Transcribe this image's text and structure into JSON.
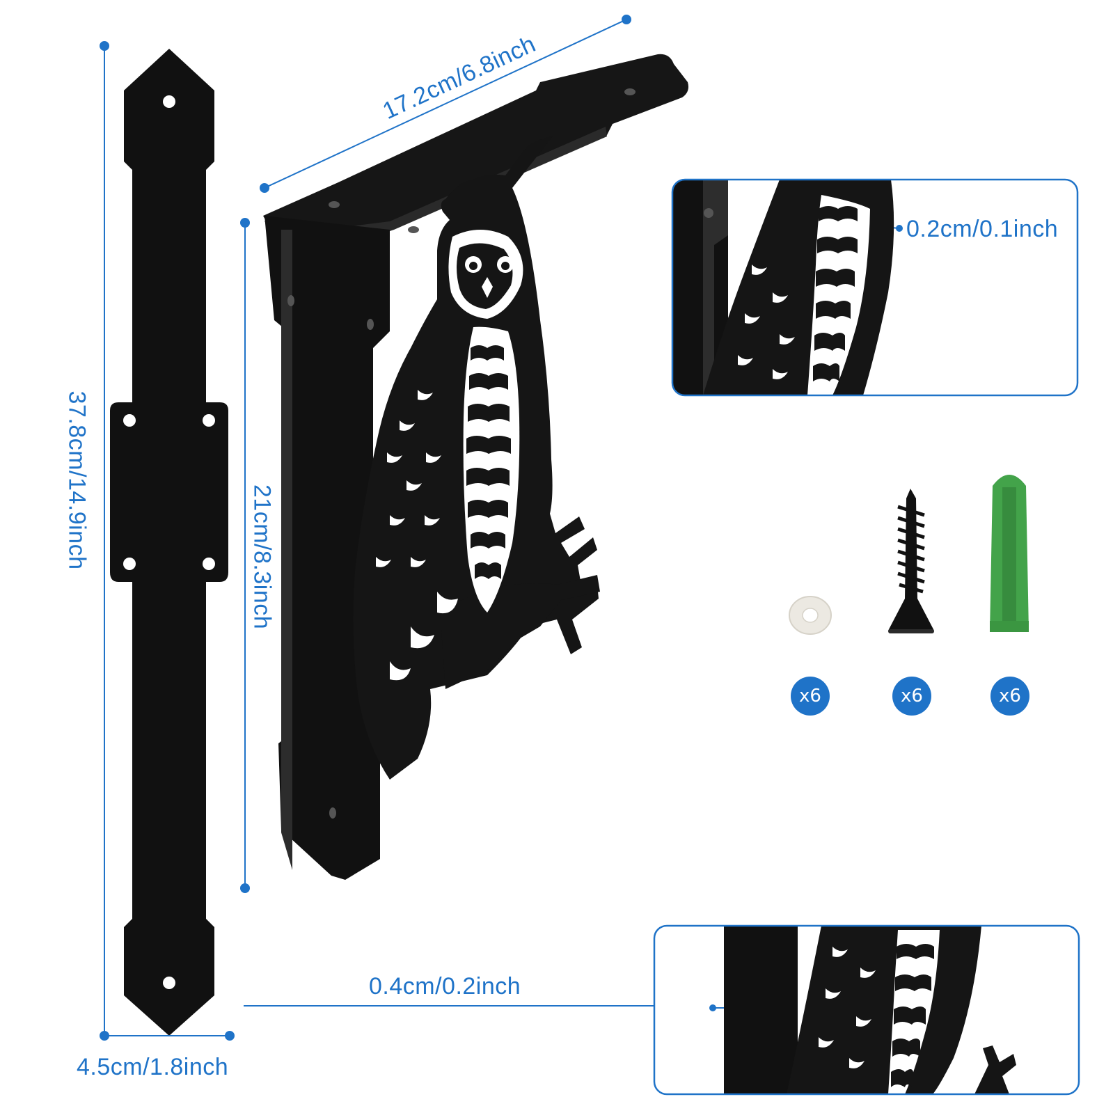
{
  "colors": {
    "accent": "#1f73c8",
    "product": "#111111",
    "washer": "#ece9e2",
    "anchor": "#43a34a"
  },
  "dimensions": {
    "strap_height": "37.8cm/14.9inch",
    "strap_width": "4.5cm/1.8inch",
    "bracket_top": "17.2cm/6.8inch",
    "bracket_height": "21cm/8.3inch",
    "thickness_top": "0.2cm/0.1inch",
    "thickness_bottom": "0.4cm/0.2inch"
  },
  "hardware": [
    {
      "icon": "washer-icon",
      "quantity": "x6"
    },
    {
      "icon": "screw-icon",
      "quantity": "x6"
    },
    {
      "icon": "wall-anchor-icon",
      "quantity": "x6"
    }
  ]
}
